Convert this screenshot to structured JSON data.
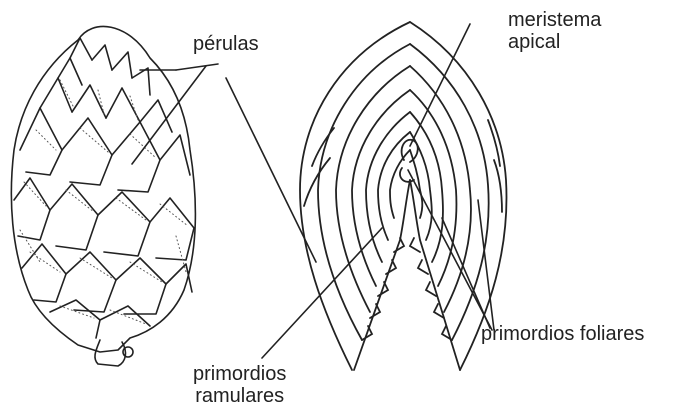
{
  "labels": {
    "perulas": "pérulas",
    "meristema_line1": "meristema",
    "meristema_line2": "apical",
    "primordios_foliares": "primordios foliares",
    "primordios_ramulares_line1": "primordios",
    "primordios_ramulares_line2": "ramulares"
  },
  "colors": {
    "ink": "#222222",
    "stipple": "#555555",
    "background": "#ffffff"
  }
}
